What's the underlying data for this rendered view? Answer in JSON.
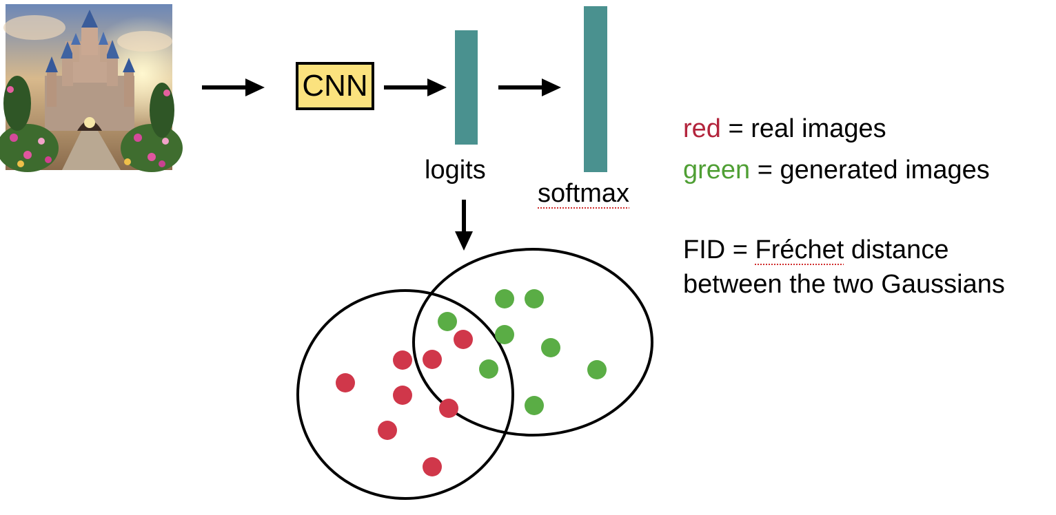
{
  "cnn": {
    "label": "CNN"
  },
  "logits": {
    "label": "logits"
  },
  "softmax": {
    "label": "softmax"
  },
  "legend": {
    "red_word": "red",
    "red_text": " = real images",
    "green_word": "green",
    "green_text": " = generated images",
    "red_color": "#d0374a",
    "green_color": "#5aad45"
  },
  "fid": {
    "line1_prefix": "FID = ",
    "line1_underlined": "Fréchet",
    "line1_suffix": " distance",
    "line2": "between the two Gaussians"
  },
  "input_image": {
    "icon": "castle-image"
  },
  "feature_color": "#4a918f"
}
